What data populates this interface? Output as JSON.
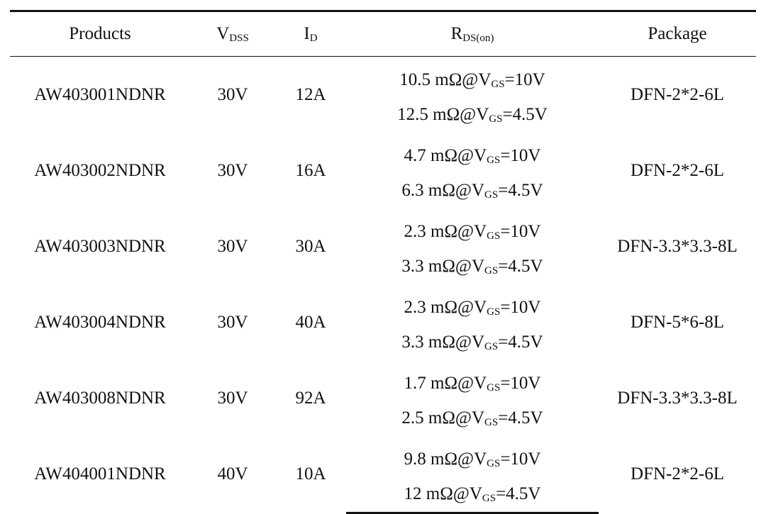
{
  "headers": {
    "products": "Products",
    "vdss_main": "V",
    "vdss_sub": "DSS",
    "id_main": "I",
    "id_sub": "D",
    "rds_main": "R",
    "rds_sub": "DS(on)",
    "package": "Package"
  },
  "rows": [
    {
      "product": "AW403001NDNR",
      "vdss": "30V",
      "id": "12A",
      "rds": [
        {
          "value": "10.5 mΩ@V",
          "sub": "GS",
          "cond": "=10V"
        },
        {
          "value": "12.5 mΩ@V",
          "sub": "GS",
          "cond": "=4.5V"
        }
      ],
      "package": "DFN-2*2-6L"
    },
    {
      "product": "AW403002NDNR",
      "vdss": "30V",
      "id": "16A",
      "rds": [
        {
          "value": "4.7 mΩ@V",
          "sub": "GS",
          "cond": "=10V"
        },
        {
          "value": "6.3 mΩ@V",
          "sub": "GS",
          "cond": "=4.5V"
        }
      ],
      "package": "DFN-2*2-6L"
    },
    {
      "product": "AW403003NDNR",
      "vdss": "30V",
      "id": "30A",
      "rds": [
        {
          "value": "2.3 mΩ@V",
          "sub": "GS",
          "cond": "=10V"
        },
        {
          "value": "3.3 mΩ@V",
          "sub": "GS",
          "cond": "=4.5V"
        }
      ],
      "package": "DFN-3.3*3.3-8L"
    },
    {
      "product": "AW403004NDNR",
      "vdss": "30V",
      "id": "40A",
      "rds": [
        {
          "value": "2.3 mΩ@V",
          "sub": "GS",
          "cond": "=10V"
        },
        {
          "value": "3.3 mΩ@V",
          "sub": "GS",
          "cond": "=4.5V"
        }
      ],
      "package": "DFN-5*6-8L"
    },
    {
      "product": "AW403008NDNR",
      "vdss": "30V",
      "id": "92A",
      "rds": [
        {
          "value": "1.7 mΩ@V",
          "sub": "GS",
          "cond": "=10V"
        },
        {
          "value": "2.5 mΩ@V",
          "sub": "GS",
          "cond": "=4.5V"
        }
      ],
      "package": "DFN-3.3*3.3-8L"
    },
    {
      "product": "AW404001NDNR",
      "vdss": "40V",
      "id": "10A",
      "rds": [
        {
          "value": "9.8 mΩ@V",
          "sub": "GS",
          "cond": "=10V"
        },
        {
          "value": "12 mΩ@V",
          "sub": "GS",
          "cond": "=4.5V"
        }
      ],
      "package": "DFN-2*2-6L"
    }
  ]
}
